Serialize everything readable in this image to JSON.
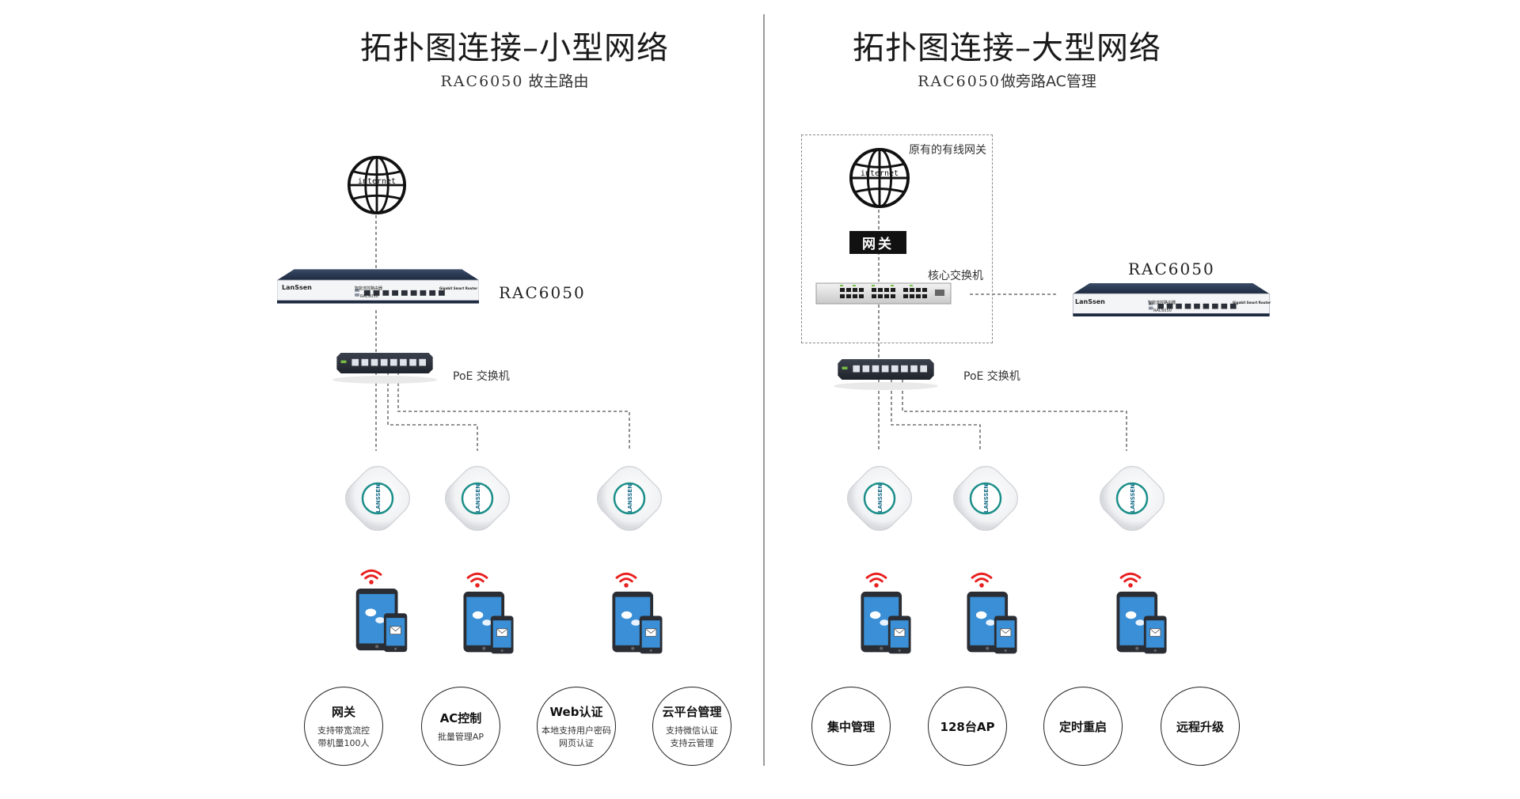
{
  "left": {
    "title": "拓扑图连接–小型网络",
    "subtitle_model": "RAC6050",
    "subtitle_desc": "故主路由",
    "internet_label": "internet",
    "router_label": "RAC6050",
    "router_brand": "LanSsen",
    "router_text_mid": "智能流控路由器",
    "router_text_model": "RAC6050",
    "router_text_right": "Gigabit Smart Router",
    "poe_label": "PoE 交换机",
    "features": [
      {
        "title": "网关",
        "desc1": "支持带宽流控",
        "desc2": "带机量100人"
      },
      {
        "title": "AC控制",
        "desc1": "批量管理AP",
        "desc2": ""
      },
      {
        "title": "Web认证",
        "desc1": "本地支持用户密码",
        "desc2": "网页认证"
      },
      {
        "title": "云平台管理",
        "desc1": "支持微信认证",
        "desc2": "支持云管理"
      }
    ]
  },
  "right": {
    "title": "拓扑图连接–大型网络",
    "subtitle_model": "RAC6050",
    "subtitle_desc": "做旁路AC管理",
    "existing_gateway_label": "原有的有线网关",
    "internet_label": "internet",
    "gateway_badge": "网关",
    "core_switch_label": "核心交换机",
    "router_label": "RAC6050",
    "router_brand": "LanSsen",
    "router_text_mid": "智能流控路由器",
    "router_text_model": "RAC6050",
    "router_text_right": "Gigabit Smart Router",
    "poe_label": "PoE 交换机",
    "features": [
      {
        "title": "集中管理"
      },
      {
        "title": "128台AP"
      },
      {
        "title": "定时重启"
      },
      {
        "title": "远程升级"
      }
    ]
  },
  "ap_logo_text": "LANSSEN",
  "colors": {
    "router_body": "#24324a",
    "router_panel": "#f4f5f7",
    "switch_body": "#2a2f3a",
    "wifi_red": "#e8201f",
    "tablet_screen": "#3a8fd6",
    "line_gray": "#555555"
  },
  "icons": {
    "globe": "globe-icon",
    "router": "router-icon",
    "switch": "switch-icon",
    "access_point": "access-point-icon",
    "wifi": "wifi-icon",
    "tablet": "tablet-icon",
    "phone": "phone-icon"
  }
}
